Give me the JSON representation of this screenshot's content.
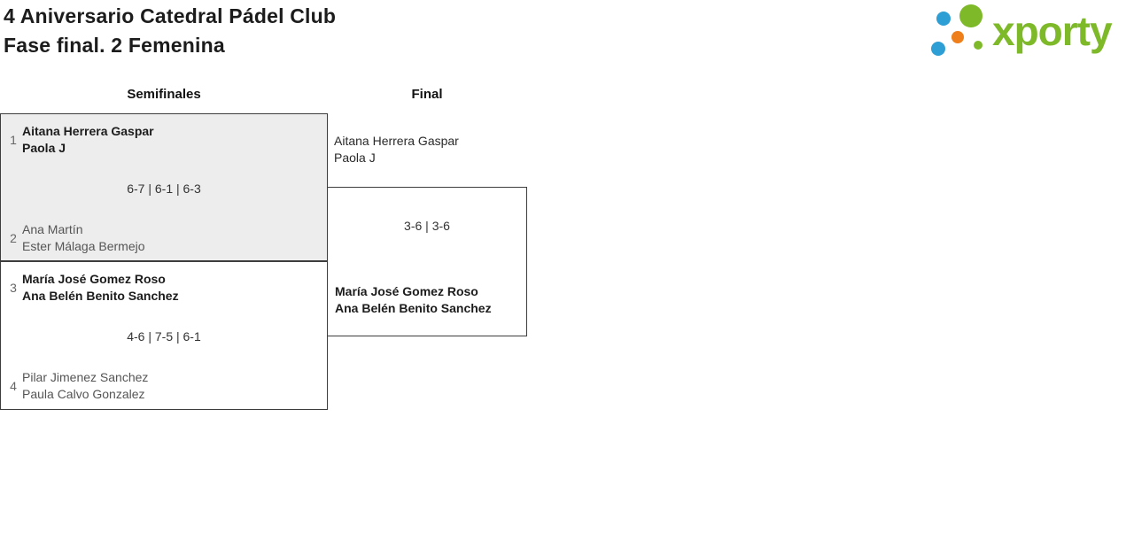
{
  "header": {
    "title_line1": "4 Aniversario Catedral Pádel Club",
    "title_line2": "Fase final. 2 Femenina",
    "logo": {
      "text": "xporty",
      "colors": {
        "green": "#7db928",
        "blue": "#2e9fd4",
        "orange": "#ee7f1a"
      }
    }
  },
  "bracket": {
    "round_labels": [
      "Semifinales",
      "Final"
    ],
    "semifinal_1": {
      "seed_top": "1",
      "team_top_line1": "Aitana Herrera Gaspar",
      "team_top_line2": "Paola J",
      "score": "6-7 | 6-1 | 6-3",
      "seed_bottom": "2",
      "team_bottom_line1": "Ana Martín",
      "team_bottom_line2": "Ester Málaga Bermejo"
    },
    "semifinal_2": {
      "seed_top": "3",
      "team_top_line1": "María José Gomez Roso",
      "team_top_line2": "Ana Belén Benito Sanchez",
      "score": "4-6 | 7-5 | 6-1",
      "seed_bottom": "4",
      "team_bottom_line1": "Pilar Jimenez Sanchez",
      "team_bottom_line2": "Paula Calvo Gonzalez"
    },
    "final": {
      "team_top_line1": "Aitana Herrera Gaspar",
      "team_top_line2": "Paola J",
      "score": "3-6 | 3-6",
      "winner_line1": "María José Gomez Roso",
      "winner_line2": "Ana Belén Benito Sanchez"
    }
  }
}
